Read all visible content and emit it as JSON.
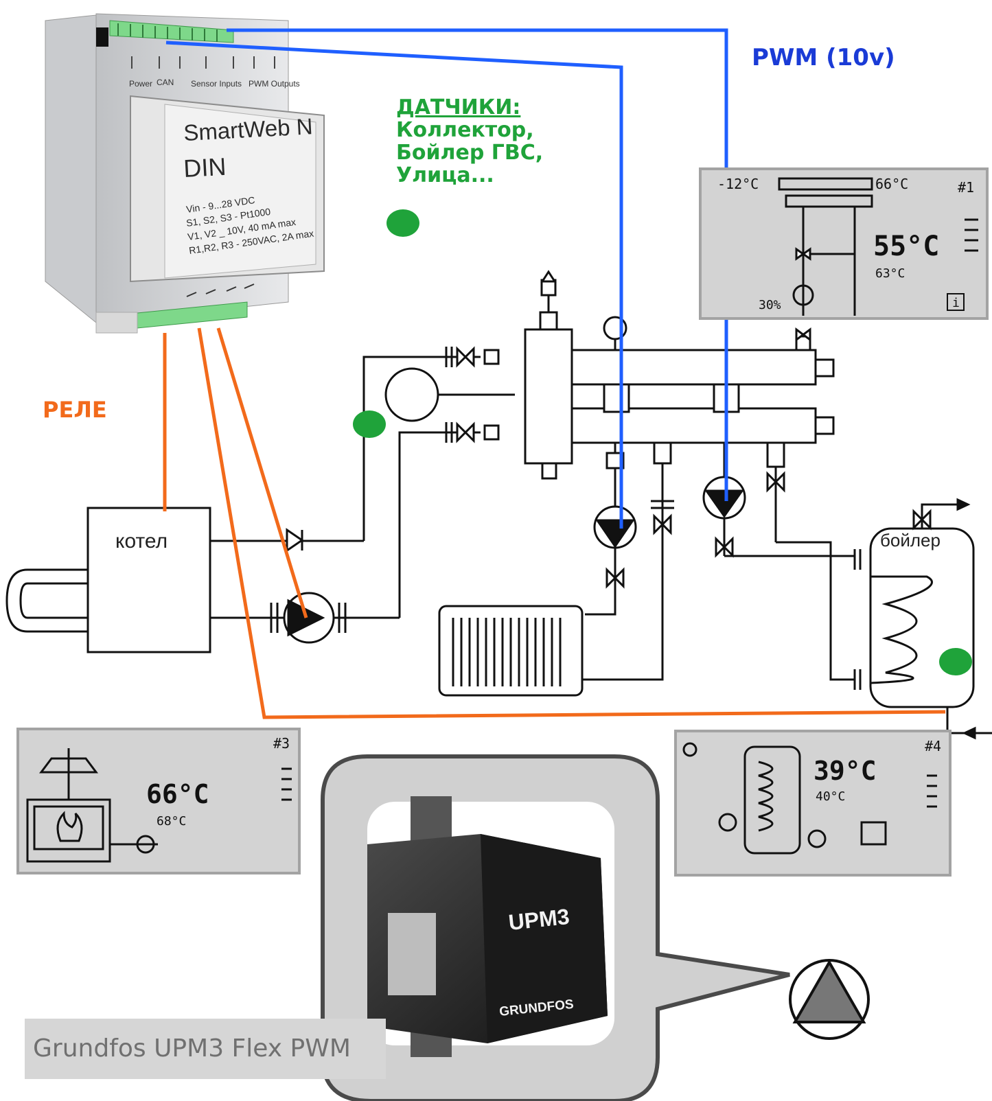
{
  "controller": {
    "model": "SmartWeb N",
    "model_line2": "DIN",
    "specs": [
      "Vin - 9...28 VDC",
      "S1, S2, S3 - Pt1000",
      "V1, V2 _ 10V, 40 mA max",
      "R1,R2, R3 - 250VAC, 2A max"
    ],
    "terminal_labels": [
      "Power",
      "CAN",
      "Sensor Inputs",
      "PWM Outputs"
    ]
  },
  "labels": {
    "pwm": "PWM (10v)",
    "relay": "РЕЛЕ",
    "sensors_heading": "ДАТЧИКИ:",
    "sensors_list": [
      "Коллектор,",
      "Бойлер ГВС,",
      "Улица..."
    ],
    "boiler_unit": "котел",
    "dhw_tank": "бойлер"
  },
  "displays": {
    "d1": {
      "outdoor_temp": "-12°C",
      "supply_temp": "66°C",
      "number": "#1",
      "main_temp": "55°C",
      "set_temp": "63°C",
      "pump_pct": "30%",
      "info": "i"
    },
    "d3": {
      "number": "#3",
      "main_temp": "66°C",
      "set_temp": "68°C"
    },
    "d4": {
      "number": "#4",
      "main_temp": "39°C",
      "set_temp": "40°C"
    }
  },
  "pump_photo": {
    "model": "UPM3",
    "brand": "GRUNDFOS"
  },
  "caption": "Grundfos UPM3 Flex PWM",
  "colors": {
    "pwm_wire": "#1f5fff",
    "relay_wire": "#f26a1b",
    "sensor_dot": "#1fa33a",
    "terminal_green": "#6fcf7b"
  }
}
